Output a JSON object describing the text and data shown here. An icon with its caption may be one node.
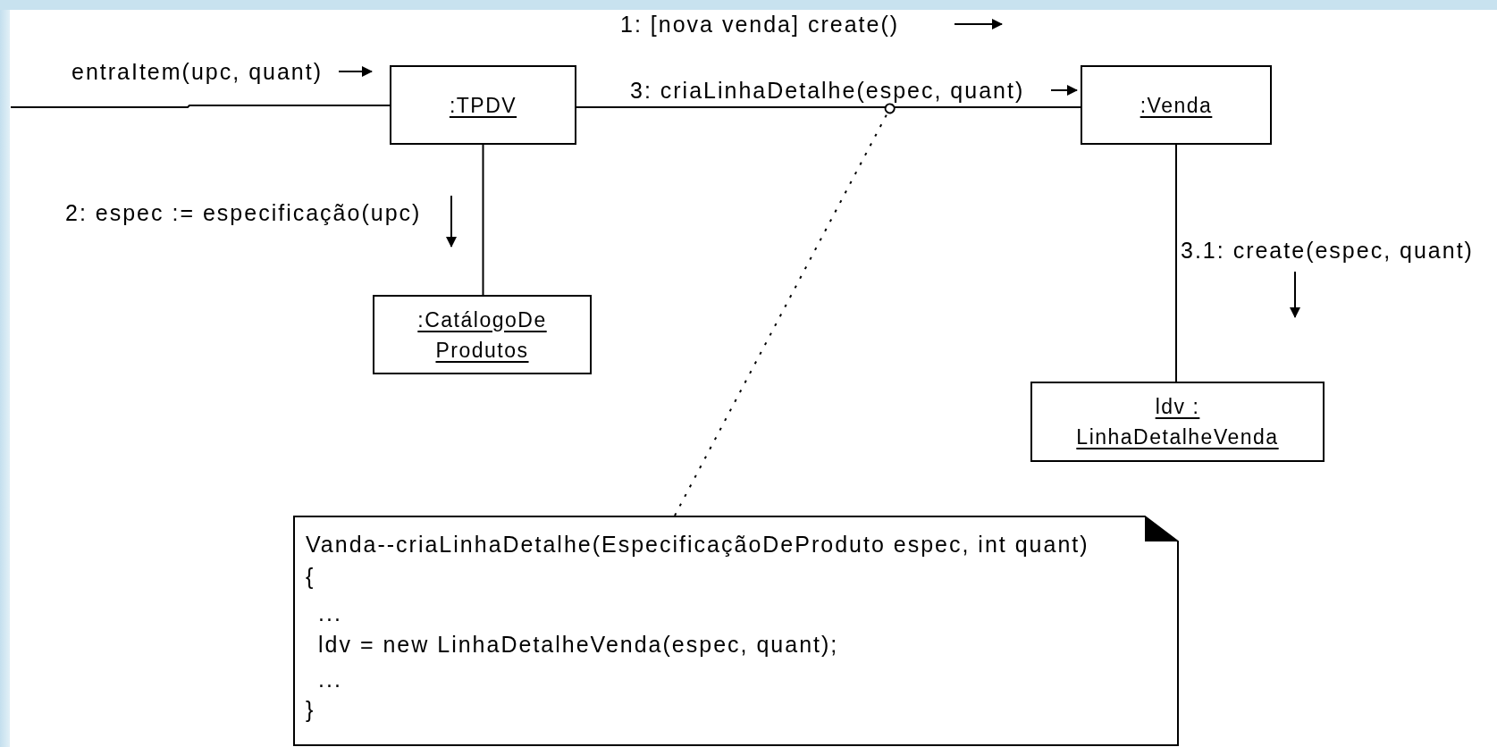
{
  "diagram": {
    "nodes": [
      {
        "text": [
          ":TPDV"
        ]
      },
      {
        "text": [
          ":Venda"
        ]
      },
      {
        "text": [
          ":CatálogoDe Produtos"
        ]
      },
      {
        "text": [
          "ldv : LinhaDetalheVenda"
        ]
      },
      {
        "text": [
          "Vanda--criaLinhaDetalhe(EspecificaçãoDeProduto espec, int quant)",
          "{",
          "...",
          "ldv = new LinhaDetalheVenda(espec, quant);",
          "...",
          "}"
        ]
      },
      {
        "text": [
          "3: criaLinhaDetalhe(espec, quant)"
        ]
      }
    ],
    "edges": [
      {
        "from": null,
        "to": 0,
        "arrow": "none"
      },
      {
        "from": 0,
        "to": 1,
        "arrow": "none"
      },
      {
        "from": 0,
        "to": 2,
        "arrow": "none"
      },
      {
        "from": 1,
        "to": 3,
        "arrow": "none"
      },
      {
        "from": 4,
        "to": 5,
        "arrow": "other",
        "style": "dashed"
      }
    ],
    "labels": [
      "1: [nova venda]  create()",
      "entraItem(upc, quant)",
      "2: espec := especificação(upc)",
      "3.1: create(espec, quant)"
    ]
  }
}
